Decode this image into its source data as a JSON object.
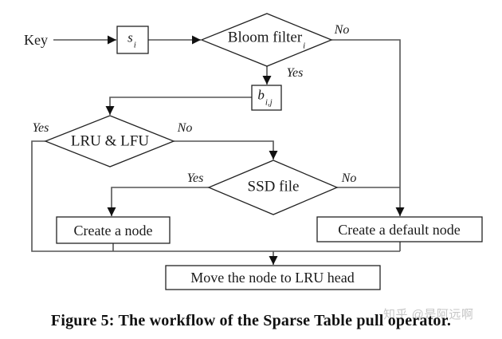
{
  "figure": {
    "caption": "Figure 5: The workflow of the Sparse Table pull operator.",
    "watermark": "知乎 @是阿远啊"
  },
  "nodes": {
    "key": {
      "label": "Key"
    },
    "si": {
      "base": "s",
      "sub": "i"
    },
    "bloom": {
      "base": "Bloom filter",
      "sub": "i"
    },
    "bij": {
      "base": "b",
      "sub": "i,j"
    },
    "lru": {
      "label": "LRU & LFU"
    },
    "ssd": {
      "label": "SSD file"
    },
    "create_node": {
      "label": "Create a node"
    },
    "create_default": {
      "label": "Create a default node"
    },
    "move": {
      "label": "Move the node to LRU head"
    }
  },
  "edge_labels": {
    "bloom_no": "No",
    "bloom_yes": "Yes",
    "lru_yes": "Yes",
    "lru_no": "No",
    "ssd_yes": "Yes",
    "ssd_no": "No"
  },
  "colors": {
    "background": "#ffffff",
    "line": "#555555",
    "arrow": "#111111",
    "shape_border": "#222222",
    "text": "#1a1a1a",
    "watermark": "#c6c6c6"
  }
}
